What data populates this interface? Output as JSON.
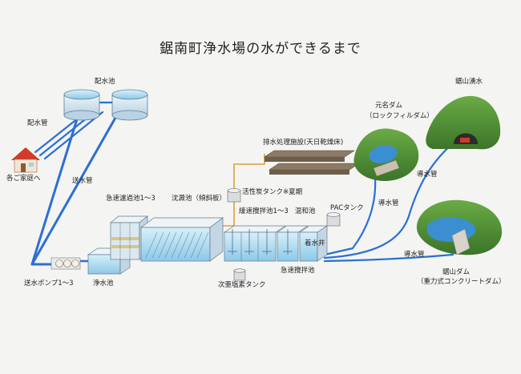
{
  "title": "鋸南町浄水場の水ができるまで",
  "labels": {
    "distribution_reservoir": "配水池",
    "distribution_pipe": "配水管",
    "households": "各ご家庭へ",
    "transmission_pipe": "送水管",
    "transmission_pumps": "送水ポンプ1～3",
    "clear_water_reservoir": "浄水池",
    "rapid_filter": "急速濾過池1～3",
    "sedimentation": "沈澱池（傾斜板）",
    "activated_carbon": "活性炭タンク※夏期",
    "slow_mixing": "緩速攪拌池1～3",
    "mixing": "混和池",
    "pac_tank": "PACタンク",
    "receiving_well": "着水井",
    "rapid_mixing": "急速攪拌池",
    "hypochlorite_tank": "次亜塩素タンク",
    "drainage_facility": "排水処理施設(天日乾燥床)",
    "motona_dam": "元名ダム",
    "motona_dam_type": "（ロックフィルダム）",
    "conduit_1": "導水管",
    "conduit_2": "導水管",
    "conduit_3": "導水管",
    "spring": "鋸山湧水",
    "nokogiriyama_dam": "鋸山ダム",
    "nokogiriyama_dam_type": "（重力式コンクリートダム）"
  },
  "colors": {
    "pipe": "#2a6fd6",
    "pipe_light": "#5aa0e8",
    "carbon_line": "#d9a23a",
    "tank_water": "#bfe3f3",
    "tank_wall": "#d8e4ec",
    "mountain": "#5b9a3e",
    "mountain_dark": "#3f7a2c",
    "dam_lake": "#3b8fd0",
    "house_roof": "#d23a2a"
  },
  "icons": [
    "house-icon",
    "mountain-icon",
    "tunnel-icon",
    "dam-icon",
    "tank-icon"
  ]
}
